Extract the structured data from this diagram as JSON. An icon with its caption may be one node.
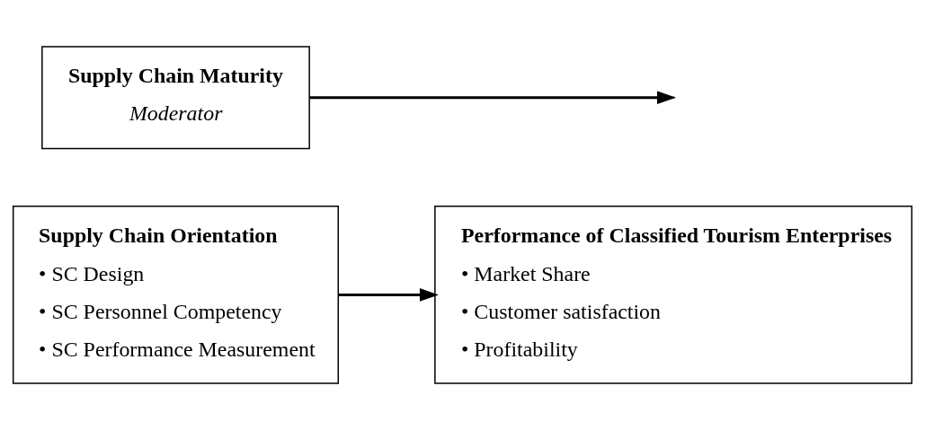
{
  "diagram": {
    "nodes": [
      {
        "text": [
          "Supply Chain Orientation",
          "• SC Design",
          "• SC Personnel Competency",
          "• SC Performance Measurement"
        ]
      },
      {
        "text": [
          "Performance of Classified Tourism Enterprises",
          "• Market Share",
          "• Customer satisfaction",
          "• Profitability"
        ]
      },
      {
        "text": [
          "Supply Chain Maturity",
          "Moderator"
        ]
      }
    ],
    "edges": [
      {
        "from": 0,
        "to": 1,
        "arrow": "to"
      },
      {
        "from": 2,
        "to": null,
        "arrow": "to"
      }
    ]
  }
}
